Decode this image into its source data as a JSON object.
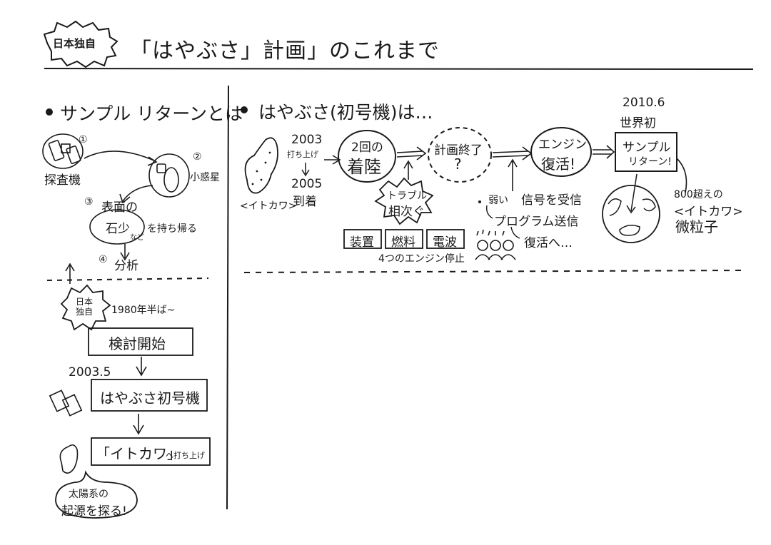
{
  "header": {
    "badge": "日本独自",
    "title": "「はやぶさ」計画」のこれまで"
  },
  "left": {
    "heading": "サンプル リターンとは",
    "steps": [
      {
        "num": "①",
        "label": "探査機"
      },
      {
        "num": "②",
        "label": "小惑星"
      },
      {
        "num": "③",
        "label": "表面の"
      },
      {
        "num": "④",
        "label": "分析"
      }
    ],
    "sand": "石少",
    "sand_small": "など",
    "bring_back": "を持ち帰る",
    "timeline": {
      "badge": [
        "日本",
        "独自"
      ],
      "era": "1980年半ば~",
      "box1": "検討開始",
      "date2": "2003.5",
      "box2": "はやぶさ初号機",
      "box3_main": "「イトカワ」",
      "box3_suffix": "へ打ち上げ",
      "bubble_line1": "太陽系の",
      "bubble_line2": "起源を探る!"
    }
  },
  "right": {
    "heading": "はやぶさ(初号機)は…",
    "asteroid_label": "<イトカワ>",
    "launch_year": "2003",
    "launch_label": "打ち上げ",
    "arrive_year": "2005",
    "arrive_label": "到着",
    "landing_line1": "2回の",
    "landing_line2": "着陸",
    "trouble_line1": "トラブル",
    "trouble_line2": "相次ぐ",
    "plan_end_line1": "計画終了",
    "plan_end_line2": "?",
    "engine_line1": "エンジン",
    "engine_line2": "復活!",
    "return_date": "2010.6",
    "return_first": "世界初",
    "return_line1": "サンプル",
    "return_line2": "リターン!",
    "problems": [
      "装置",
      "燃料",
      "電波"
    ],
    "engine_stop": "4つのエンジン停止",
    "signal_weak": "弱い",
    "signal_receive": "信号を受信",
    "program_send": "プログラム送信",
    "recover": "復活へ…",
    "particles_line1": "800超えの",
    "particles_line2": "<イトカワ>",
    "particles_line3": "微粒子"
  }
}
